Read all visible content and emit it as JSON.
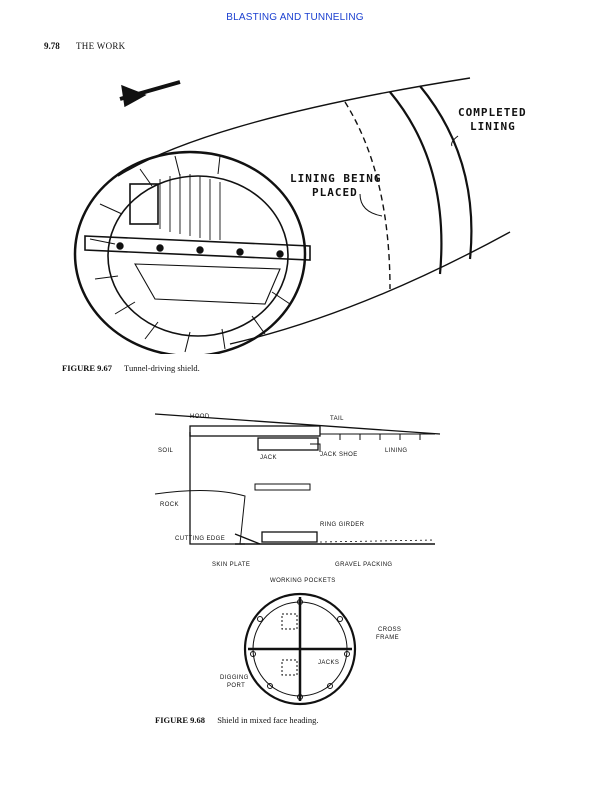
{
  "header": {
    "running_title": "BLASTING AND TUNNELING"
  },
  "page": {
    "number": "9.78",
    "section": "THE WORK"
  },
  "figure_67": {
    "label": "FIGURE 9.67",
    "caption": "Tunnel-driving shield.",
    "annotations": {
      "completed_1": "COMPLETED",
      "completed_2": "LINING",
      "placed_1": "LINING BEING",
      "placed_2": "PLACED"
    }
  },
  "figure_68": {
    "label": "FIGURE 9.68",
    "caption": "Shield in mixed face heading.",
    "labels": {
      "hood": "HOOD",
      "tail": "TAIL",
      "soil": "SOIL",
      "jack": "JACK",
      "jack_shoe": "JACK SHOE",
      "lining": "LINING",
      "rock": "ROCK",
      "ring_girder": "RING GIRDER",
      "cutting_edge": "CUTTING EDGE",
      "skin_plate": "SKIN PLATE",
      "gravel_packing": "GRAVEL PACKING",
      "working_pockets": "WORKING POCKETS",
      "cross_1": "CROSS",
      "cross_2": "FRAME",
      "jacks": "JACKS",
      "digging_1": "DIGGING",
      "digging_2": "PORT"
    }
  }
}
